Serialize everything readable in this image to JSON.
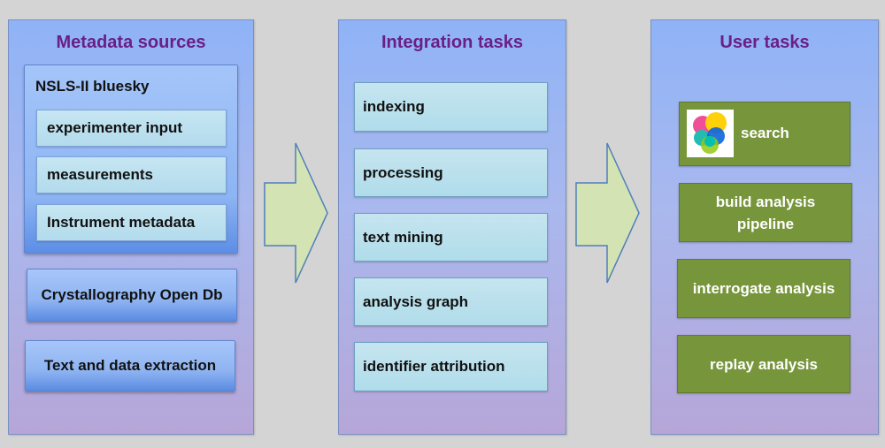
{
  "metadata_sources": {
    "title": "Metadata sources",
    "bluesky": {
      "label": "NSLS-II bluesky",
      "items": [
        "experimenter input",
        "measurements",
        "Instrument metadata"
      ]
    },
    "cod": "Crystallography Open Db",
    "extraction": "Text and data extraction"
  },
  "integration_tasks": {
    "title": "Integration tasks",
    "items": [
      "indexing",
      "processing",
      "text mining",
      "analysis graph",
      "identifier attribution"
    ]
  },
  "user_tasks": {
    "title": "User tasks",
    "search": "search",
    "build_line1": "build analysis",
    "build_line2": "pipeline",
    "interrogate": "interrogate analysis",
    "replay": "replay analysis"
  },
  "colors": {
    "title": "#6a1f86",
    "green": "#77953b",
    "arrow": "#d4e3b4"
  },
  "icons": {
    "search_logo": "elastic-logo-icon"
  }
}
